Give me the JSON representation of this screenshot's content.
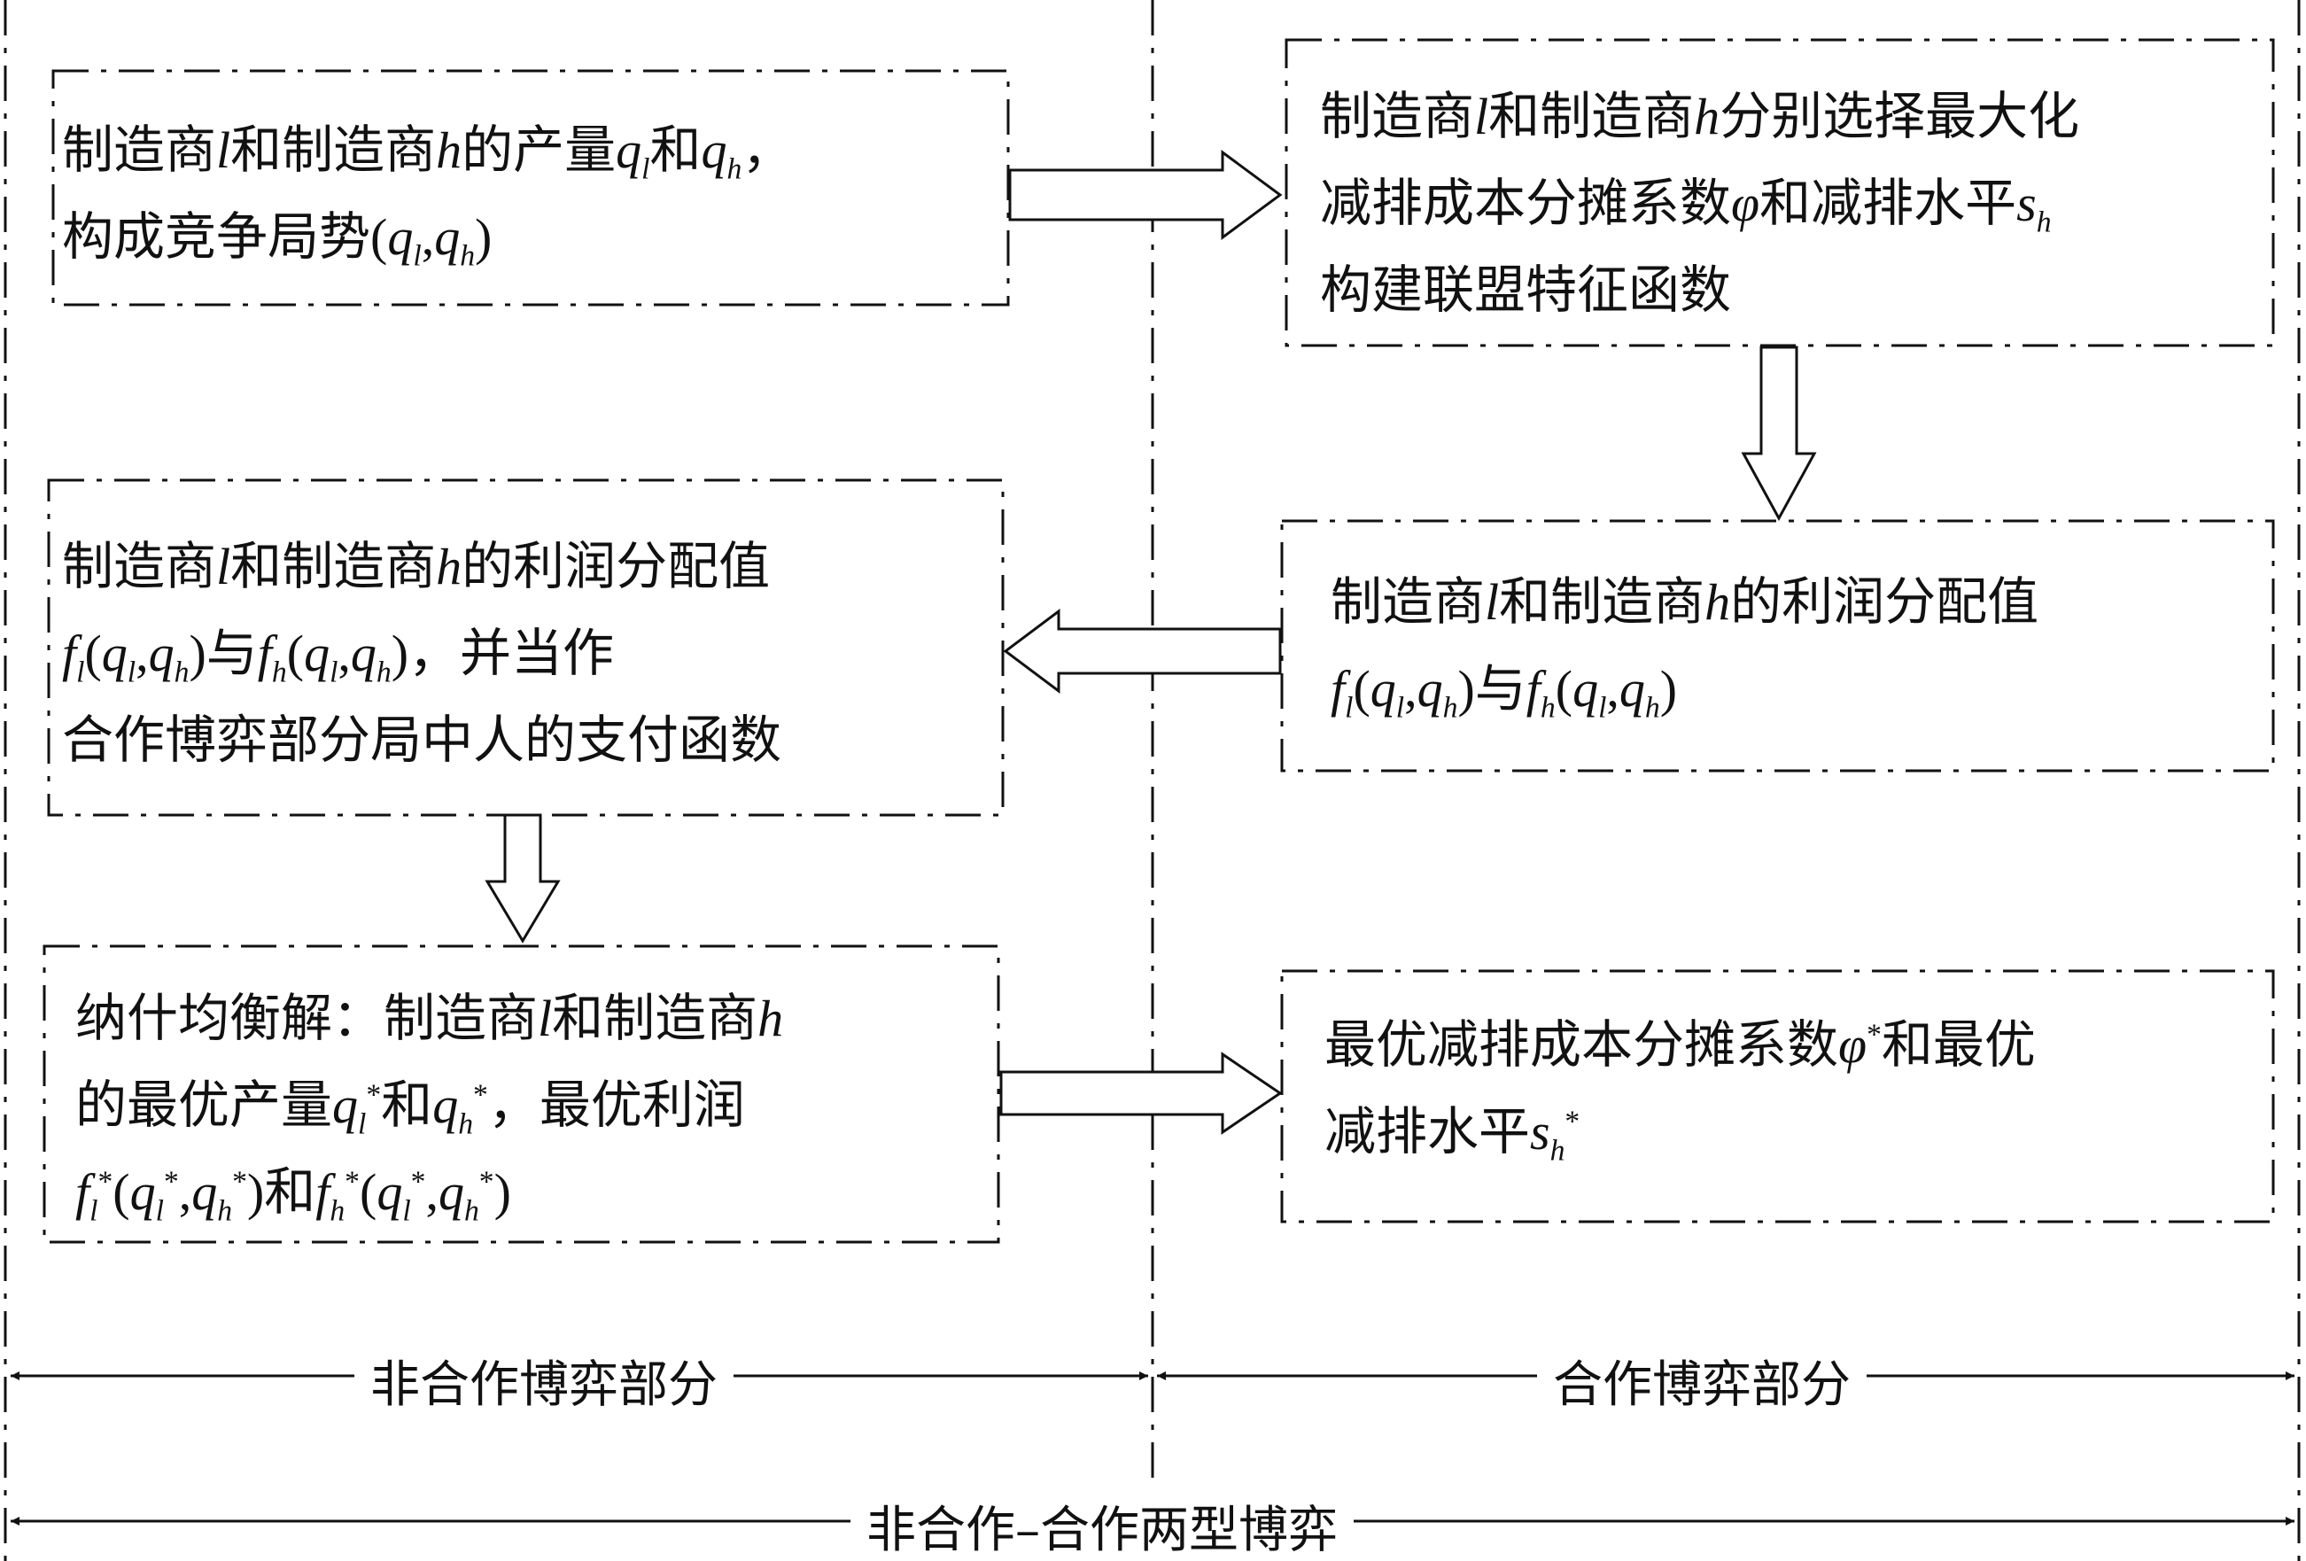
{
  "boxes": {
    "b1": {
      "l1_pre": "制造商",
      "l1_l": "l",
      "l1_mid": "和制造商",
      "l1_h": "h",
      "l1_post": "的产量",
      "l1_q": "q",
      "l1_sub_l": "l",
      "l1_and": "和",
      "l1_sub_h": "h",
      "l1_comma": "，",
      "l2_text": "构成竞争局势",
      "l2_open": "(",
      "l2_sep": ",",
      "l2_close": ")"
    },
    "b2": {
      "l1_pre": "制造商",
      "l1_l": "l",
      "l1_mid": "和制造商",
      "l1_h": "h",
      "l1_post": "分别选择最大化",
      "l2_pre": "减排成本分摊系数",
      "l2_phi": "φ",
      "l2_mid": "和减排水平",
      "l2_s": "s",
      "l2_sub": "h",
      "l3_text": "构建联盟特征函数"
    },
    "b3": {
      "l1_pre": "制造商",
      "l1_l": "l",
      "l1_mid": "和制造商",
      "l1_h": "h",
      "l1_post": "的利润分配值",
      "l2_f": "f",
      "l2_q": "q",
      "l2_and": "与",
      "l2_tail": "，并当作",
      "l3_text": "合作博弈部分局中人的支付函数"
    },
    "b4": {
      "l1_pre": "制造商",
      "l1_l": "l",
      "l1_mid": "和制造商",
      "l1_h": "h",
      "l1_post": "的利润分配值",
      "l2_f": "f",
      "l2_q": "q",
      "l2_and": "与"
    },
    "b5": {
      "l1_pre": "纳什均衡解：制造商",
      "l1_l": "l",
      "l1_mid": "和制造商",
      "l1_h": "h",
      "l2_pre": "的最优产量",
      "l2_q": "q",
      "l2_star": "*",
      "l2_and": "和",
      "l2_tail": "，最优利润",
      "l3_f": "f",
      "l3_q": "q",
      "l3_and": "和"
    },
    "b6": {
      "l1_pre": "最优减排成本分摊系数",
      "l1_phi": "φ",
      "l1_star": "*",
      "l1_post": "和最优",
      "l2_pre": "减排水平",
      "l2_s": "s",
      "l2_sub": "h",
      "l2_star": "*"
    }
  },
  "spans": {
    "noncooperative": "非合作博弈部分",
    "cooperative": "合作博弈部分",
    "combined": "非合作–合作两型博弈"
  }
}
